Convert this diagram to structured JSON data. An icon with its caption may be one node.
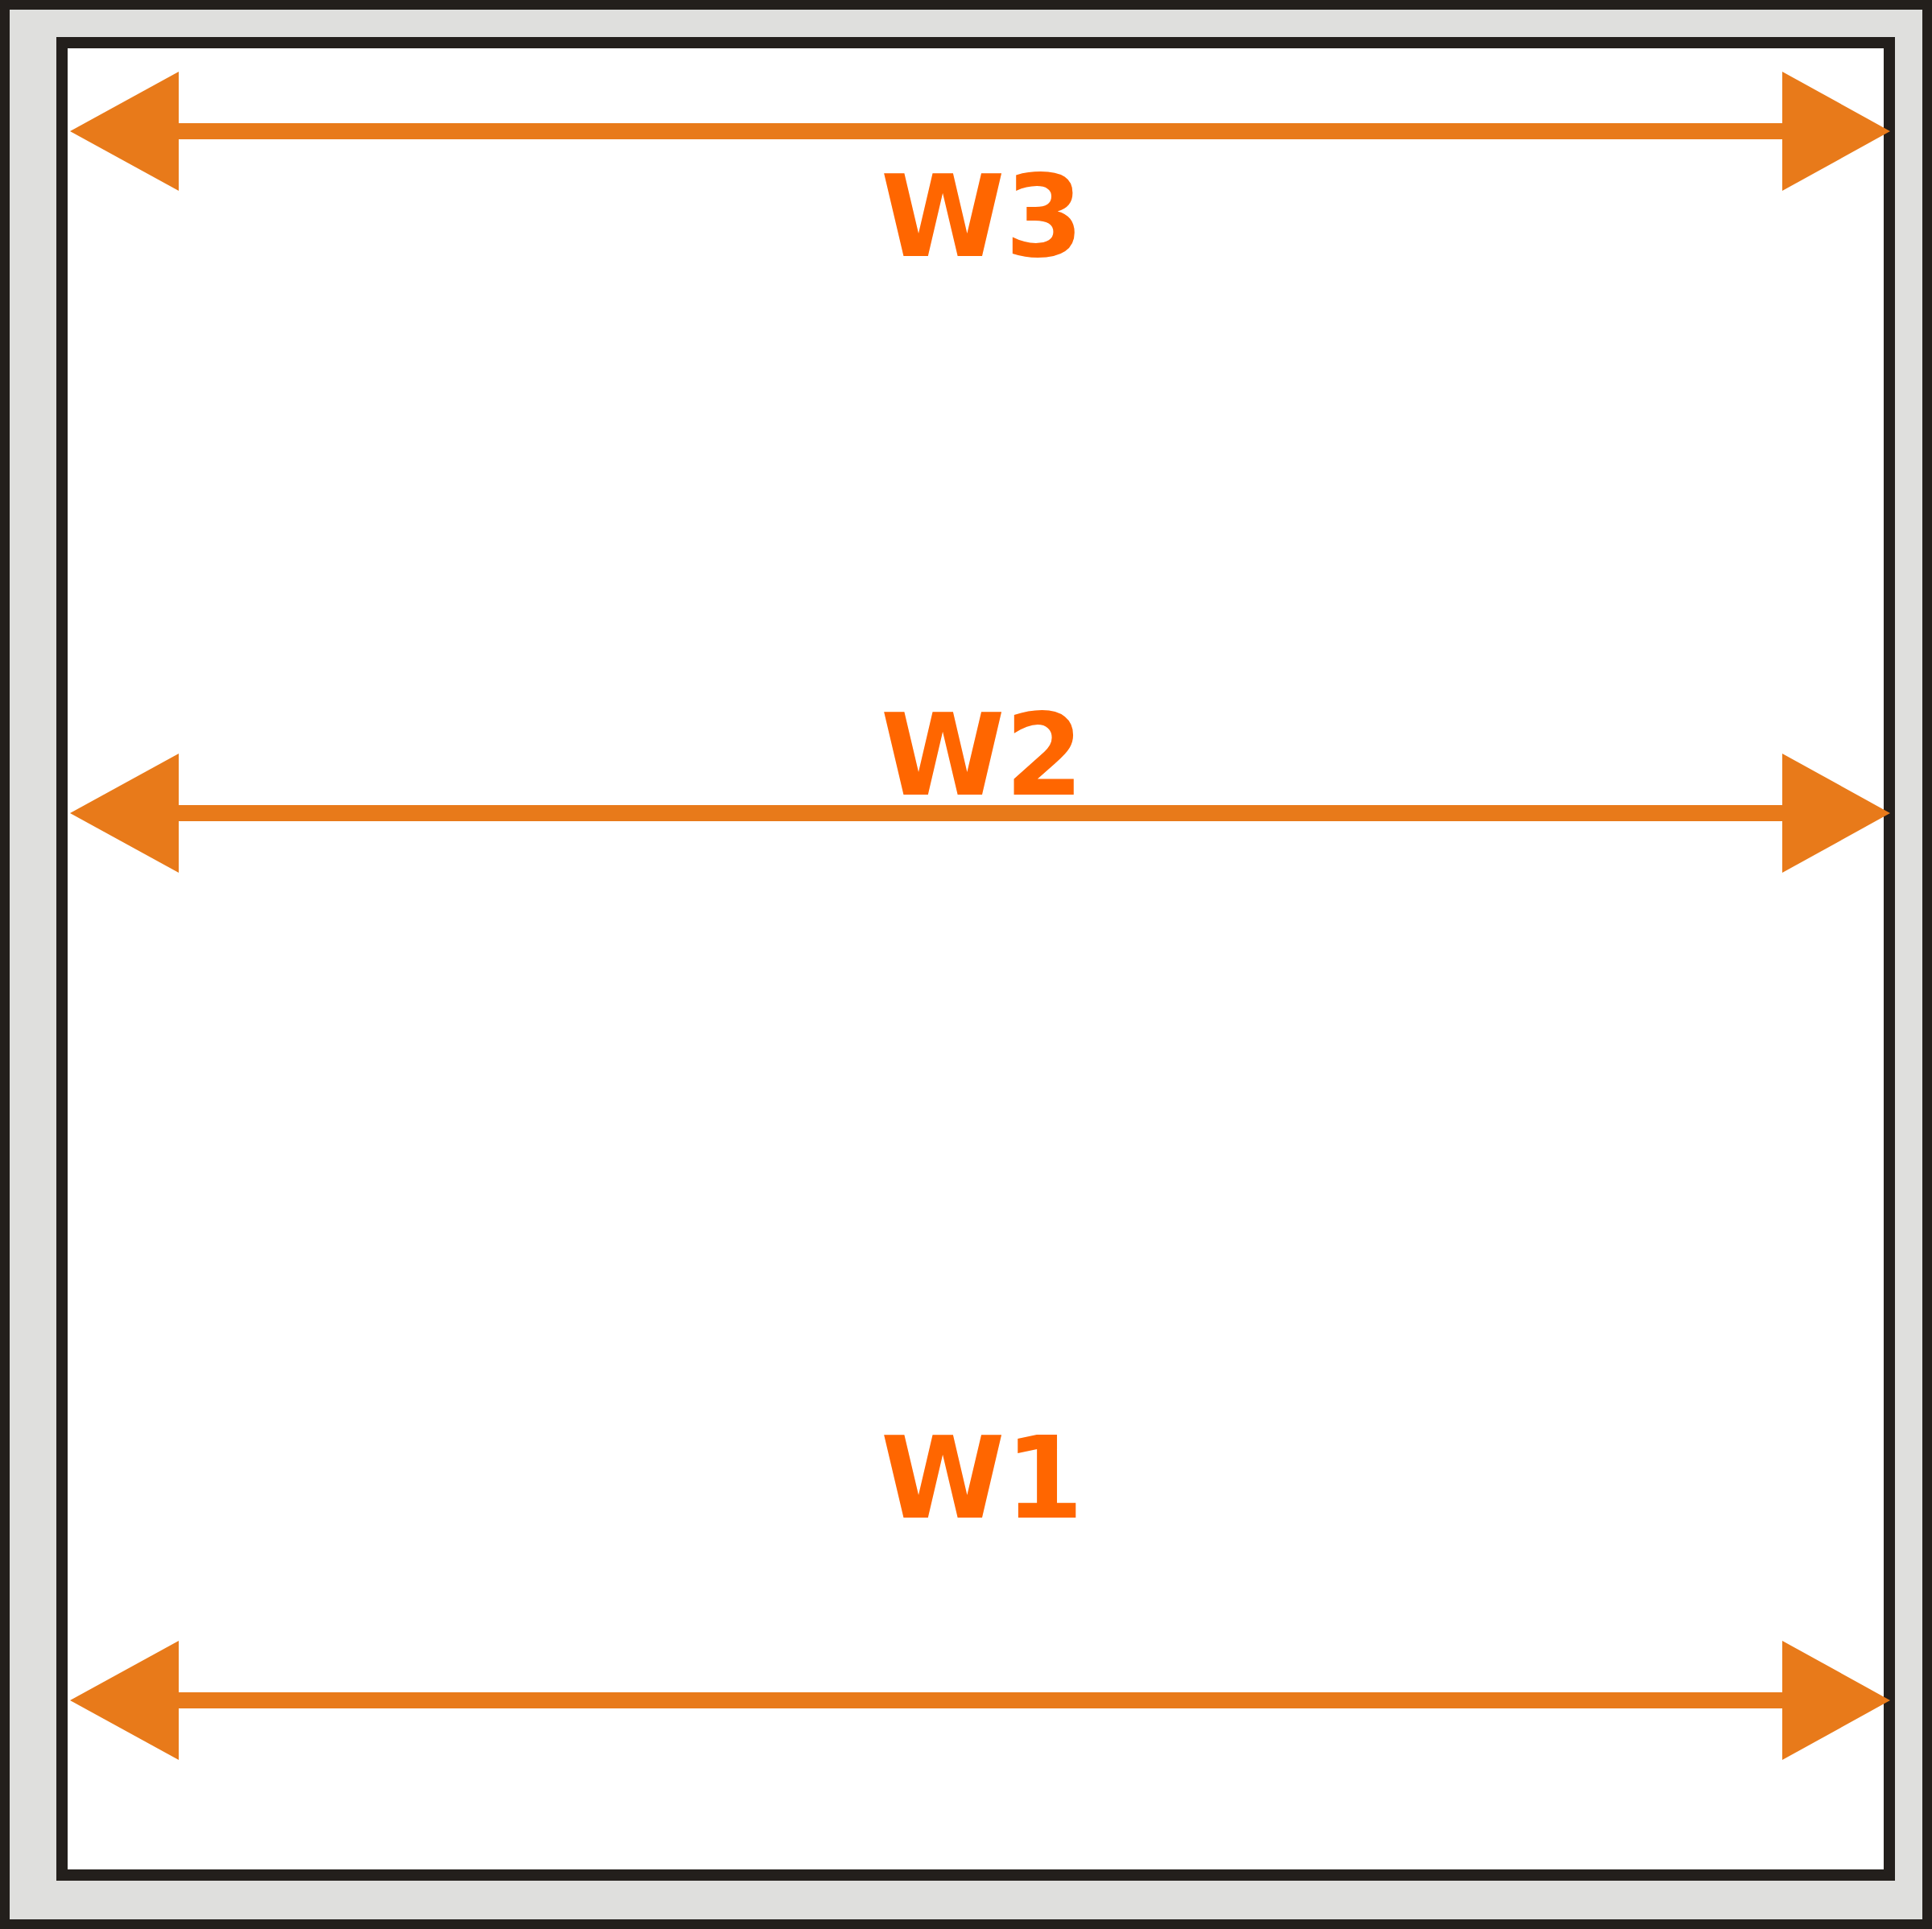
{
  "diagram": {
    "labels": [
      "W3",
      "W2",
      "W1"
    ]
  }
}
